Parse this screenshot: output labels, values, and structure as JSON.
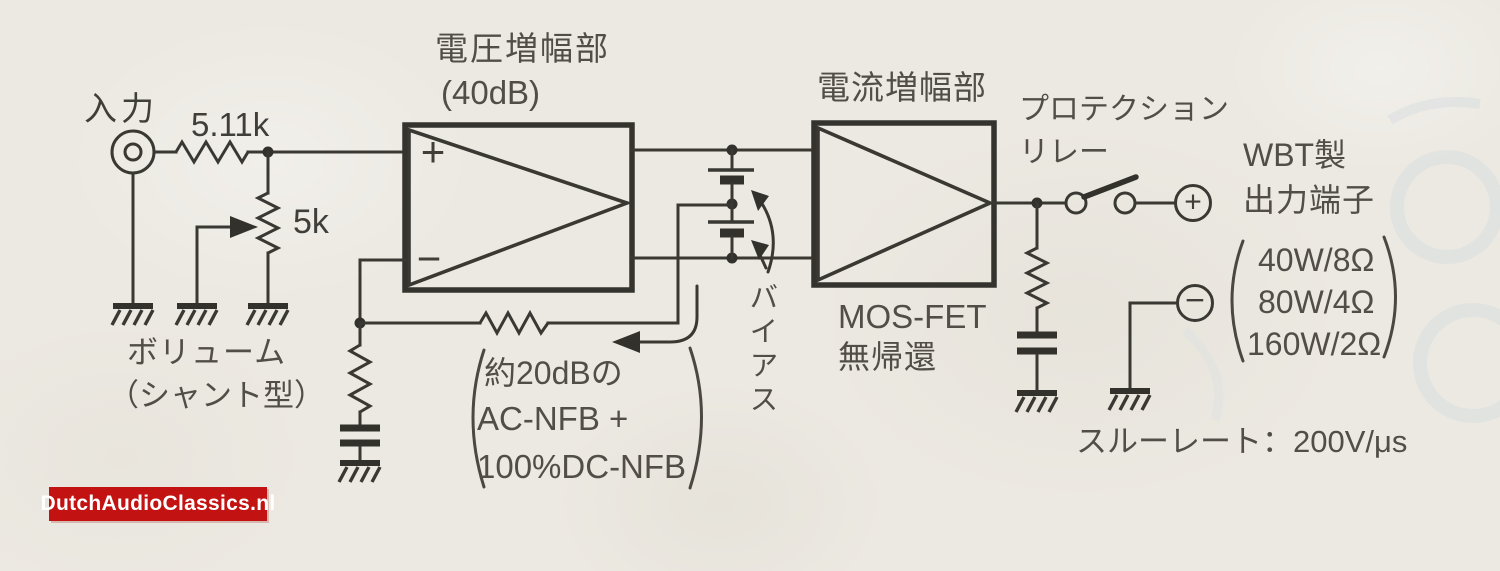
{
  "colors": {
    "paper": "#ece9e2",
    "ink": "#3a3833",
    "label_text": "#514e47",
    "ghost_bleed": "#d9dfe1",
    "banner_bg": "#c31212",
    "banner_text": "#ffffff"
  },
  "diagram": {
    "input": {
      "label": "入力",
      "series_resistor": "5.11k",
      "shunt_pot": "5k",
      "volume_line1": "ボリューム",
      "volume_line2": "（シャント型）"
    },
    "voltage_amp": {
      "title": "電圧増幅部",
      "gain": "(40dB)",
      "plus": "+",
      "minus": "−"
    },
    "feedback": {
      "line1": "約20dBの",
      "line2": "AC-NFB +",
      "line3": "100%DC-NFB"
    },
    "bias": {
      "label": "バイアス"
    },
    "current_amp": {
      "title": "電流増幅部",
      "device": "MOS-FET",
      "topology": "無帰還"
    },
    "relay": {
      "line1": "プロテクション",
      "line2": "リレー"
    },
    "output": {
      "title1": "WBT製",
      "title2": "出力端子",
      "plus": "+",
      "minus": "−",
      "ratings": [
        "40W/8Ω",
        "80W/4Ω",
        "160W/2Ω"
      ]
    },
    "footer": {
      "slew_rate": "スルーレート：200V/μs"
    },
    "watermark": {
      "text": "DutchAudioClassics.nl"
    }
  }
}
